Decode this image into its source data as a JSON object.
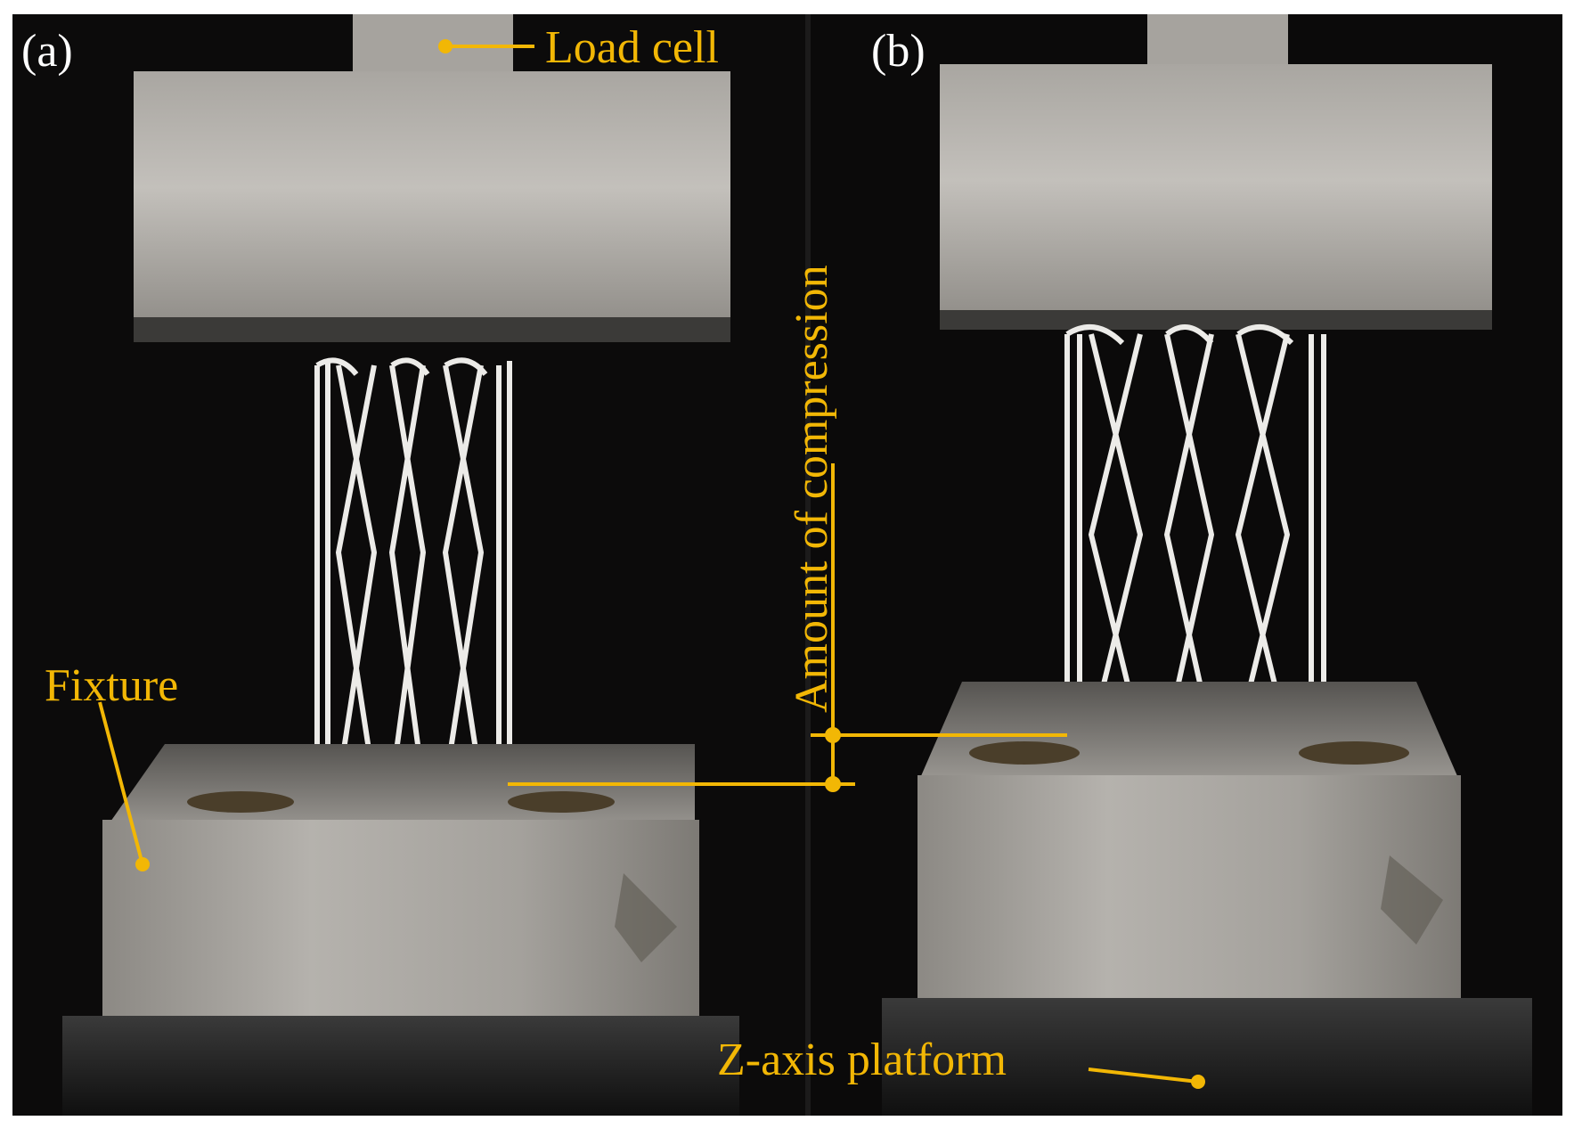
{
  "panels": [
    {
      "label": "(a)"
    },
    {
      "label": "(b)"
    }
  ],
  "annotations": {
    "load_cell": "Load cell",
    "fixture": "Fixture",
    "amount_of_compression": "Amount of compression",
    "z_axis_platform": "Z-axis platform"
  },
  "colors": {
    "annotation": "#F2B705",
    "background": "#0b0a0a",
    "metal_light": "#b3b0ab",
    "metal_dark": "#6f6c67",
    "stent": "#ecebe8"
  }
}
